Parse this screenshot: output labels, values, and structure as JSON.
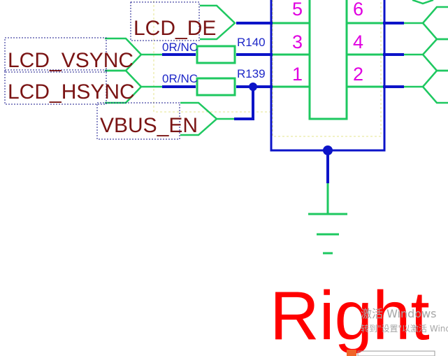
{
  "net_labels": {
    "lcd_de": "LCD_DE",
    "lcd_vsync": "LCD_VSYNC",
    "lcd_hsync": "LCD_HSYNC",
    "vbus_en": "VBUS_EN"
  },
  "resistors": {
    "r140": {
      "ref": "R140",
      "value": "0R/NC"
    },
    "r139": {
      "ref": "R139",
      "value": "0R/NC"
    }
  },
  "connector_pins": {
    "left": [
      "5",
      "3",
      "1"
    ],
    "right": [
      "6",
      "4",
      "2"
    ]
  },
  "side_label": "Right",
  "watermark": {
    "line1": "激活 Windows",
    "line2": "转到\"设置\"以激活 Windows。"
  },
  "colors": {
    "wire_blue": "#0c14c8",
    "wire_green": "#1ec860",
    "net_label_text": "#7a1414",
    "pin_number": "#e000e0",
    "component_text": "#1e28c8",
    "big_label": "#ff0000",
    "dotted_box": "#1a1a8c",
    "dashed_yellow": "#e6e68c"
  }
}
